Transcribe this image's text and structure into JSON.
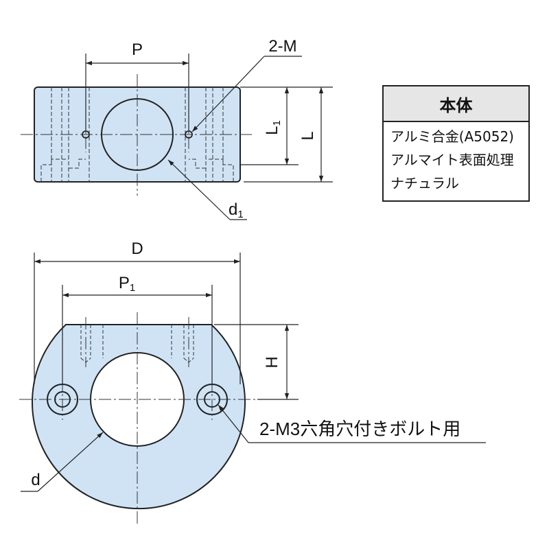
{
  "top_view": {
    "dim_P": "P",
    "dim_2M": "2-M",
    "dim_L1_main": "L",
    "dim_L1_sub": "1",
    "dim_L": "L",
    "dim_d1_main": "d",
    "dim_d1_sub": "1"
  },
  "front_view": {
    "dim_D": "D",
    "dim_P1_main": "P",
    "dim_P1_sub": "1",
    "dim_H": "H",
    "dim_d": "d",
    "bolt_note": "2-M3六角穴付きボルト用"
  },
  "spec_table": {
    "header": "本体",
    "lines": [
      "アルミ合金(A5052)",
      "アルマイト表面処理",
      "ナチュラル"
    ]
  },
  "colors": {
    "part_fill": "#cfe3f5",
    "line": "#222222"
  }
}
